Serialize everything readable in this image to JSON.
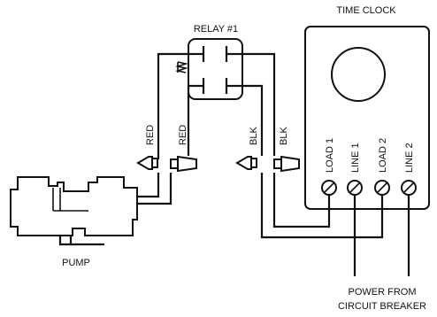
{
  "diagram": {
    "relay_label": "RELAY #1",
    "timeclock_label": "TIME CLOCK",
    "pump_label": "PUMP",
    "power_label_line1": "POWER FROM",
    "power_label_line2": "CIRCUIT BREAKER",
    "wire_labels": [
      "RED",
      "RED",
      "BLK",
      "BLK"
    ],
    "terminal_labels": [
      "LOAD 1",
      "LINE 1",
      "LOAD 2",
      "LINE 2"
    ]
  }
}
